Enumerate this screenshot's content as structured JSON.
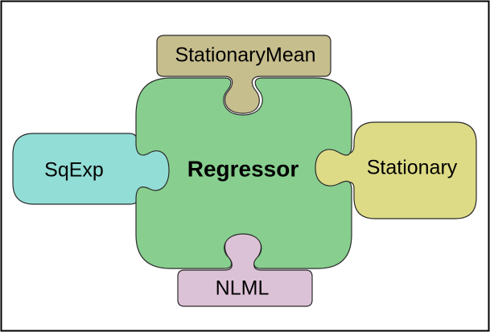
{
  "diagram": {
    "center": {
      "label": "Regressor",
      "color": "#88cf8f"
    },
    "pieces": {
      "top": {
        "label": "StationaryMean",
        "color": "#c7be8e"
      },
      "left": {
        "label": "SqExp",
        "color": "#92ddd6"
      },
      "right": {
        "label": "Stationary",
        "color": "#dedb86"
      },
      "bottom": {
        "label": "NLML",
        "color": "#dcc2d7"
      }
    },
    "outline_color": "#2b2b2b"
  }
}
